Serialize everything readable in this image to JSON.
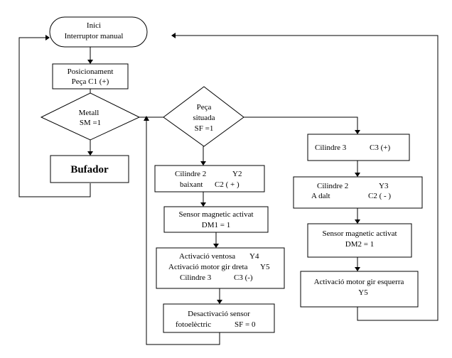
{
  "diagram": {
    "start": {
      "line1": "Inici",
      "line2": "Interruptor manual"
    },
    "posicionament": {
      "line1": "Posicionament",
      "line2": "Peça  C1 (+)"
    },
    "metall": {
      "line1": "Metall",
      "line2": "SM  =1"
    },
    "bufador": {
      "label": "Bufador"
    },
    "peca_situada": {
      "line1": "Peça",
      "line2": "situada",
      "line3": "SF =1"
    },
    "cilindre2_baixant": {
      "line1a": "Cilindre 2",
      "line1b": "Y2",
      "line2a": "baixant",
      "line2b": "C2 ( + )"
    },
    "sensor_dm1": {
      "line1": "Sensor magnetic activat",
      "line2": "DM1  = 1"
    },
    "activacio_dreta": {
      "line1a": "Activació ventosa",
      "line1b": "Y4",
      "line2a": "Activació motor gir dreta",
      "line2b": "Y5",
      "line3a": "Cilindre 3",
      "line3b": "C3  (-)"
    },
    "desactivacio": {
      "line1": "Desactivació sensor",
      "line2a": "fotoelèctric",
      "line2b": "SF = 0"
    },
    "cilindre3_mes": {
      "line1a": "Cilindre 3",
      "line1b": "C3  (+)"
    },
    "cilindre2_dalt": {
      "line1a": "Cilindre 2",
      "line1b": "Y3",
      "line2a": "A dalt",
      "line2b": "C2 ( - )"
    },
    "sensor_dm2": {
      "line1": "Sensor magnetic activat",
      "line2": "DM2  = 1"
    },
    "gir_esquerra": {
      "line1": "Activació motor gir esquerra",
      "line2": "Y5"
    }
  }
}
